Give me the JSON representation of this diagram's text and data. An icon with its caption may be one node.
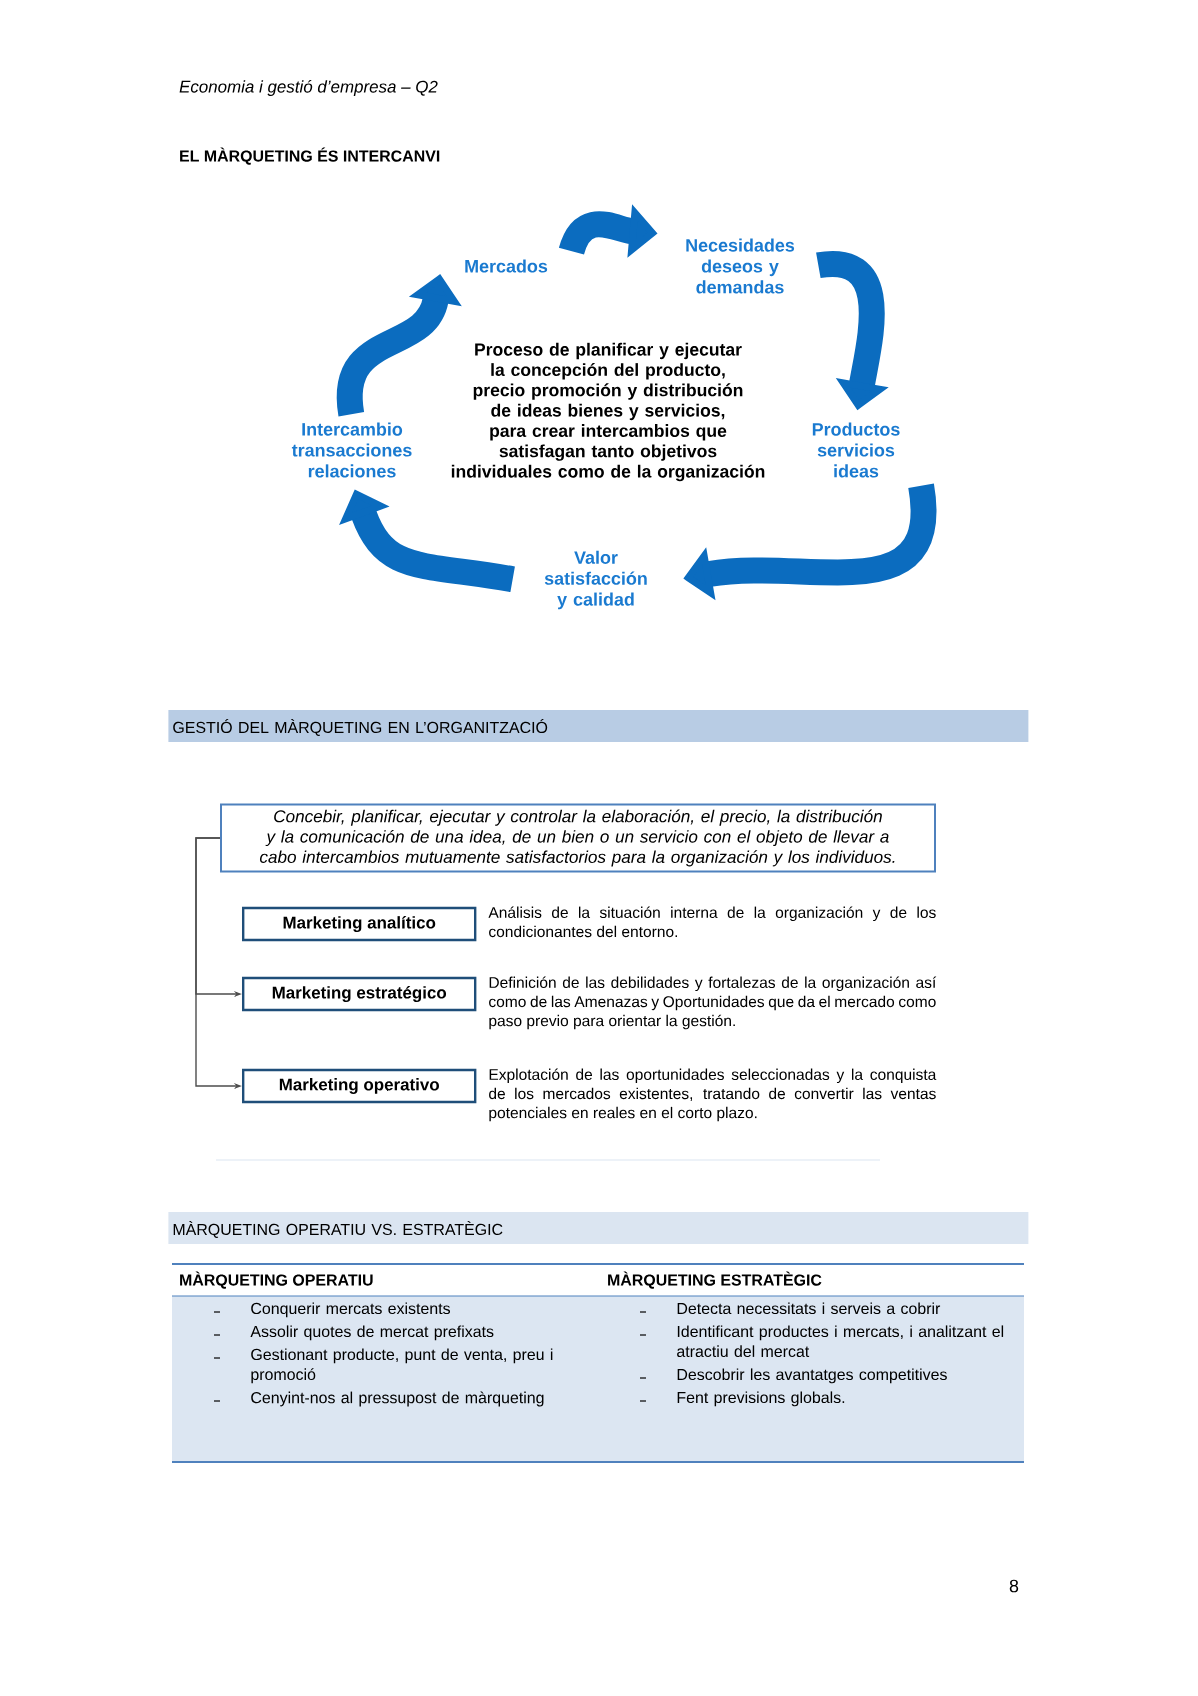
{
  "diagram": {
    "title": "EL MÀRQUETING ÉS INTERCANVI",
    "nodes": [
      {
        "text": [
          "Mercados"
        ]
      },
      {
        "text": [
          "Necesidades deseos y demandas"
        ]
      },
      {
        "text": [
          "Productos servicios ideas"
        ]
      },
      {
        "text": [
          "Valor satisfacción y calidad"
        ]
      },
      {
        "text": [
          "Intercambio transacciones relaciones"
        ]
      },
      {
        "text": [
          "Concebir, planificar, ejecutar y controlar la elaboración, el precio, la distribución y la comunicación de una idea, de un bien o un servicio con el objeto de llevar a cabo intercambios mutuamente satisfactorios para la organización y los individuos."
        ]
      },
      {
        "text": [
          "Marketing analítico"
        ],
        "beside": [
          "Análisis de la situación interna de la organización y de los condicionantes del entorno."
        ]
      },
      {
        "text": [
          "Marketing estratégico"
        ],
        "beside": [
          "Definición de las debilidades y fortalezas de la organización así como de las Amenazas y Oportunidades que da el mercado como paso previo para orientar la gestión."
        ]
      },
      {
        "text": [
          "Marketing operativo"
        ],
        "beside": [
          "Explotación de las oportunidades seleccionadas y la conquista de los mercados existentes, tratando de convertir las ventas potenciales en reales en el corto plazo."
        ]
      }
    ],
    "edges": [
      {
        "from": 0,
        "to": 1,
        "arrow": "to"
      },
      {
        "from": 1,
        "to": 2,
        "arrow": "to"
      },
      {
        "from": 2,
        "to": 3,
        "arrow": "to"
      },
      {
        "from": 3,
        "to": 4,
        "arrow": "to"
      },
      {
        "from": 4,
        "to": 0,
        "arrow": "to"
      },
      {
        "from": 5,
        "to": 7,
        "arrow": "to",
        "color": "#4c4c4c"
      },
      {
        "from": 5,
        "to": 8,
        "arrow": "to",
        "color": "#4c4c4c"
      }
    ],
    "labels": [
      "Economia i gestió d’empresa – Q2",
      "Proceso de planificar y ejecutar la concepción del producto, precio promoción y distribución de ideas bienes y servicios, para crear intercambios que satisfagan tanto objetivos individuales como de la organización",
      "GESTIÓ DEL MÀRQUETING EN L’ORGANITZACIÓ",
      "MÀRQUETING OPERATIU VS. ESTRATÈGIC",
      "MÀRQUETING OPERATIU",
      "MÀRQUETING ESTRATÈGIC",
      "Conquerir mercats existents",
      "Assolir quotes de mercat prefixats",
      "Gestionant producte, punt de venta, preu i promoció",
      "Cenyint-nos al pressupost de màrqueting",
      "Detecta necessitats i serveis a cobrir",
      "Identificant productes i mercats, i analitzant el atractiu del mercat",
      "Descobrir les avantatges competitives",
      "Fent previsions globals.",
      "8"
    ]
  }
}
